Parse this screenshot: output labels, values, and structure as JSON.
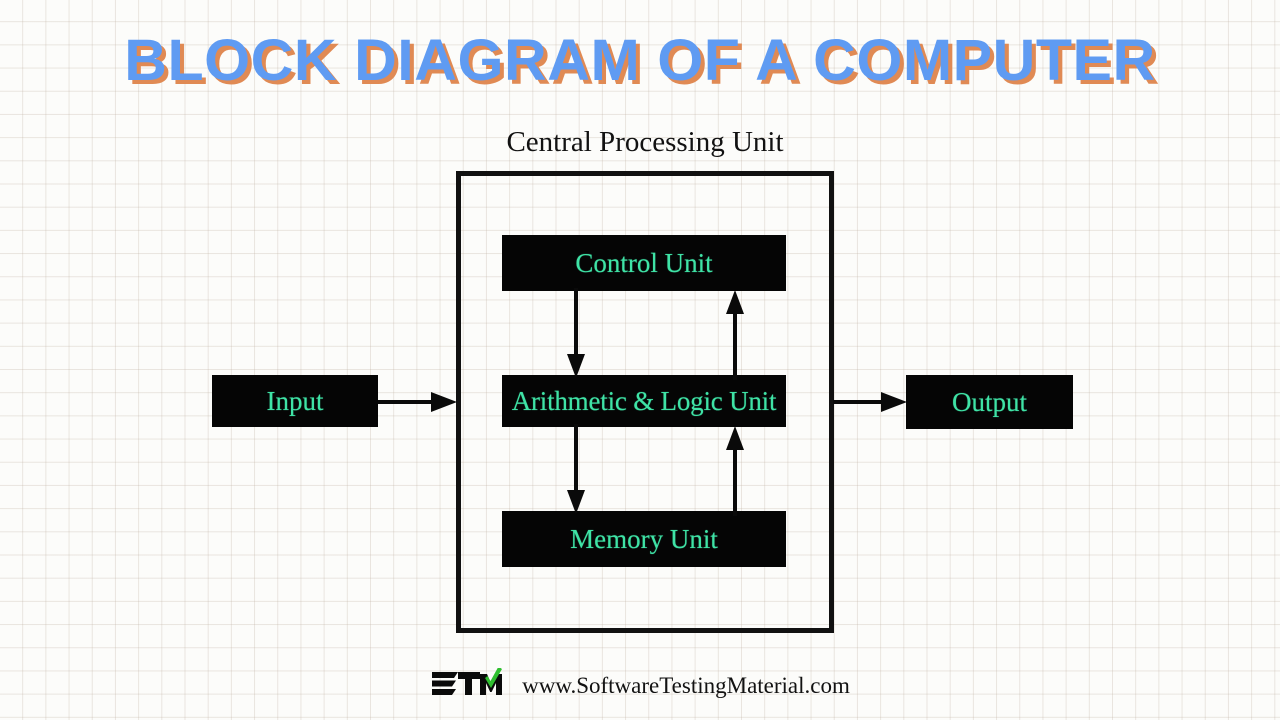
{
  "page": {
    "title": "BLOCK DIAGRAM OF A COMPUTER",
    "title_fill_color": "#5f9bf2",
    "title_shadow_color": "#e08a54",
    "background_color": "#fcfcfa",
    "grid_line_color": "#beafa0"
  },
  "diagram": {
    "type": "block-diagram",
    "cpu": {
      "label": "Central Processing Unit",
      "border_color": "#111111",
      "units": [
        {
          "id": "control-unit",
          "label": "Control Unit",
          "box_color": "#050505",
          "text_color": "#3fe3a6"
        },
        {
          "id": "alu",
          "label": "Arithmetic & Logic Unit",
          "box_color": "#050505",
          "text_color": "#3fe3a6"
        },
        {
          "id": "memory-unit",
          "label": "Memory Unit",
          "box_color": "#050505",
          "text_color": "#3fe3a6"
        }
      ]
    },
    "external": [
      {
        "id": "input",
        "label": "Input",
        "box_color": "#050505",
        "text_color": "#3fe3a6"
      },
      {
        "id": "output",
        "label": "Output",
        "box_color": "#050505",
        "text_color": "#3fe3a6"
      }
    ],
    "connections": [
      {
        "id": "input-to-cpu",
        "from": "Input",
        "to": "Central Processing Unit",
        "direction": "right"
      },
      {
        "id": "cpu-to-output",
        "from": "Central Processing Unit",
        "to": "Output",
        "direction": "right"
      },
      {
        "id": "control-unit-to-alu",
        "from": "Control Unit",
        "to": "Arithmetic & Logic Unit",
        "direction": "down"
      },
      {
        "id": "alu-to-control-unit",
        "from": "Arithmetic & Logic Unit",
        "to": "Control Unit",
        "direction": "up"
      },
      {
        "id": "alu-to-memory-unit",
        "from": "Arithmetic & Logic Unit",
        "to": "Memory Unit",
        "direction": "down"
      },
      {
        "id": "memory-unit-to-alu",
        "from": "Memory Unit",
        "to": "Arithmetic & Logic Unit",
        "direction": "up"
      }
    ]
  },
  "footer": {
    "logo_text": "STM",
    "logo_check_color": "#2fbf2f",
    "url": "www.SoftwareTestingMaterial.com"
  }
}
